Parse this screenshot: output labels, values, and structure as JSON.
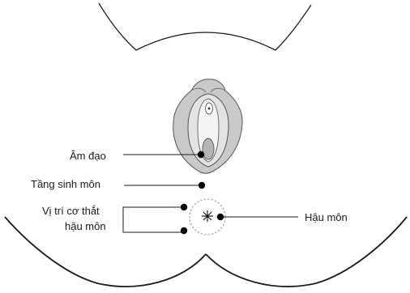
{
  "labels": {
    "vaginal_opening": "Âm đạo",
    "perineum": "Tầng sinh môn",
    "sphincter_position_line1": "Vị trí cơ thắt",
    "sphincter_position_line2": "hậu môn",
    "anus": "Hậu môn"
  },
  "colors": {
    "outline": "#1a1a1a",
    "organ_fill": "#c9c9c9",
    "organ_inner": "#ececec",
    "background": "#ffffff"
  }
}
